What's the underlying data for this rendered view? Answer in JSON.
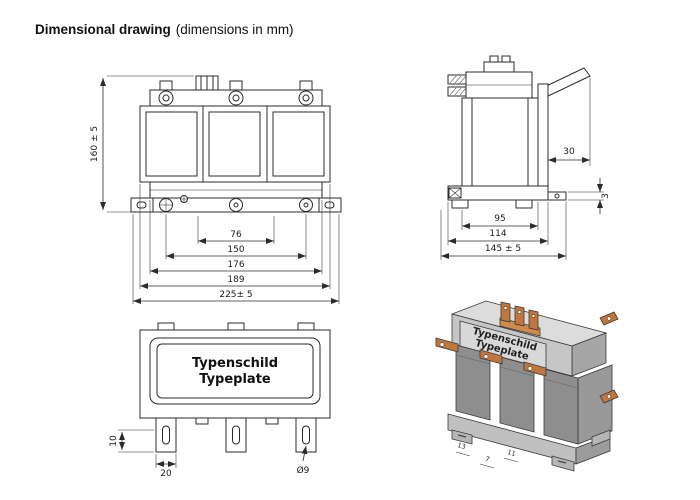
{
  "header": {
    "title_bold": "Dimensional drawing",
    "title_note": "(dimensions in mm)"
  },
  "front_view": {
    "height_dim": "160 ± 5",
    "width_dims": [
      "76",
      "150",
      "176",
      "189",
      "225± 5"
    ]
  },
  "side_view": {
    "dim_30": "30",
    "dim_3": "3",
    "width_dims": [
      "95",
      "114",
      "145 ± 5"
    ]
  },
  "top_view": {
    "typeplate_line1": "Typenschild",
    "typeplate_line2": "Typeplate",
    "foot_height_dim": "10",
    "foot_width_dim": "20",
    "hole_dim": "Ø9"
  },
  "iso_view": {
    "typeplate_line1": "Typenschild",
    "typeplate_line2": "Typeplate",
    "small_dims": [
      "13",
      "7",
      "11"
    ]
  },
  "colors": {
    "line": "#2b2b2b",
    "copper": "#c0763c",
    "clamp_top": "#dcdcdc",
    "clamp_front": "#c6c6c6",
    "clamp_side": "#a6a6a6",
    "coil": "#8e8e8e",
    "typeplate": "#d8d8d8"
  }
}
